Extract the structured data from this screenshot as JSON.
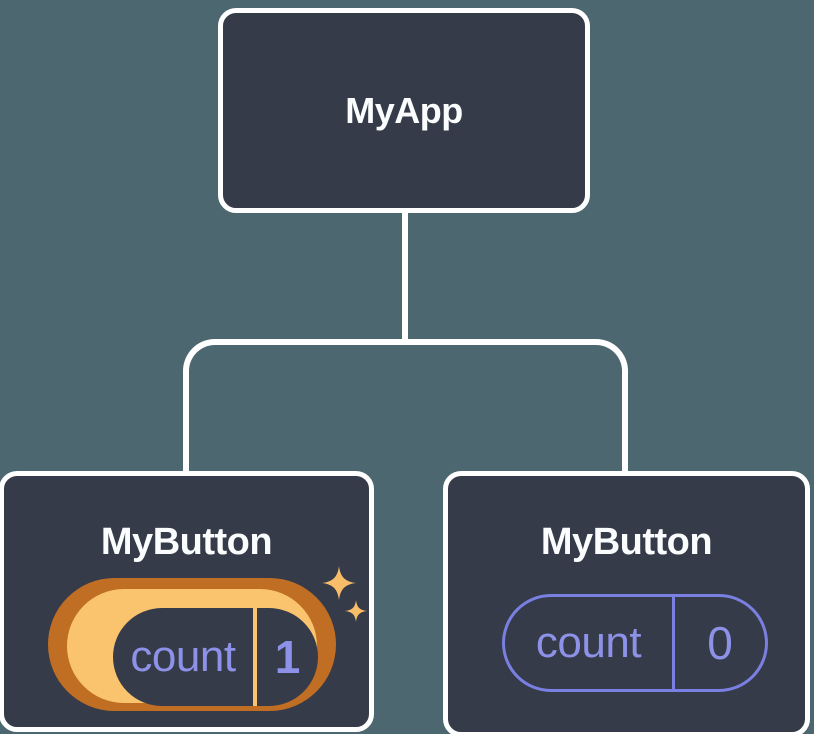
{
  "diagram": {
    "title": "react-component-tree",
    "root": {
      "label": "MyApp"
    },
    "children": [
      {
        "label": "MyButton",
        "state": {
          "name": "count",
          "value": "1"
        },
        "highlighted": true,
        "effect": "sparkles"
      },
      {
        "label": "MyButton",
        "state": {
          "name": "count",
          "value": "0"
        },
        "highlighted": false
      }
    ]
  },
  "colors": {
    "bg": "#4C676F",
    "nodeFill": "#353B48",
    "nodeBorder": "#FFFFFF",
    "connector": "#FFFFFF",
    "labelText": "#FBFCFD",
    "stateText": "#8D92E8",
    "statePurple": "#7A80E2",
    "gold": "#FAC46E",
    "darkOrange": "#C06E24",
    "sparkle": "#F7BD68"
  }
}
